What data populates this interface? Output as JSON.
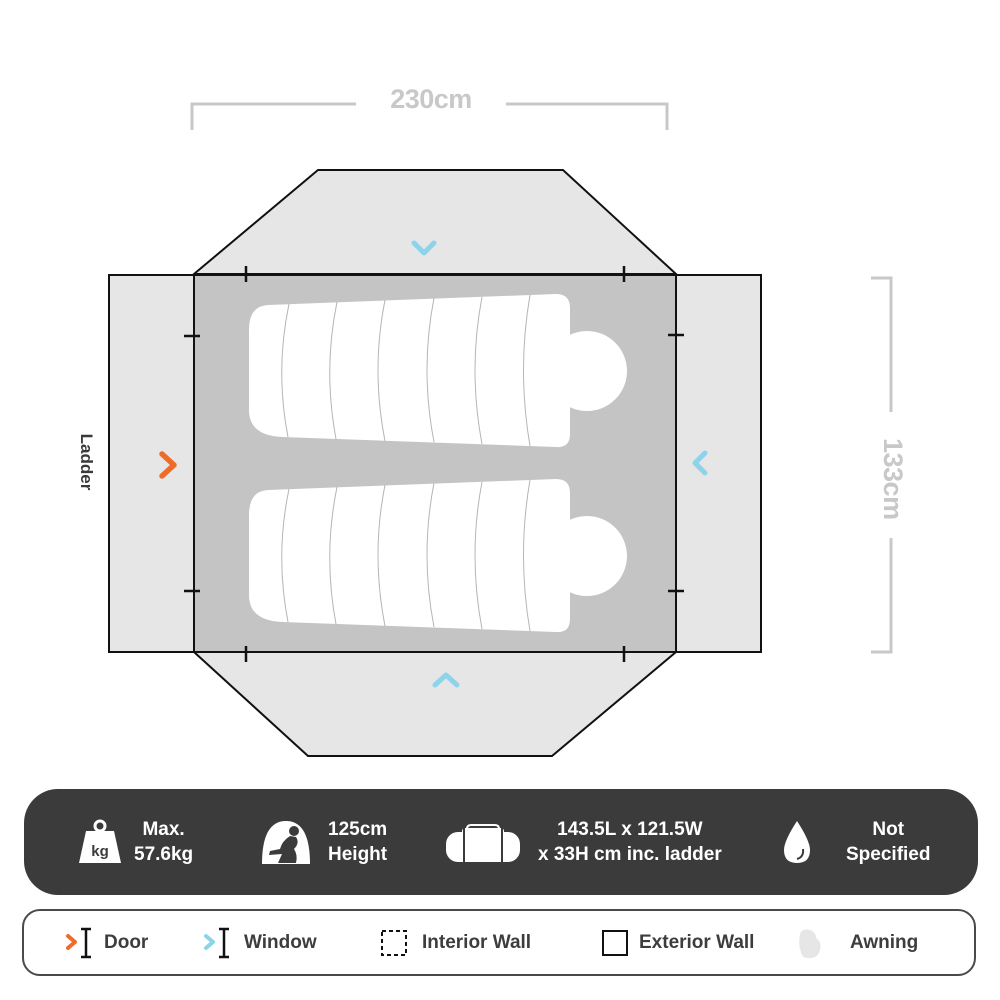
{
  "diagram": {
    "dimensions": {
      "width_label": "230cm",
      "height_label": "133cm"
    },
    "side_label": "Ladder",
    "markers": [
      {
        "type": "door",
        "side": "left",
        "color": "#ee6c2a"
      },
      {
        "type": "window",
        "side": "top",
        "color": "#8dd3ea"
      },
      {
        "type": "window",
        "side": "right",
        "color": "#8dd3ea"
      },
      {
        "type": "window",
        "side": "bottom",
        "color": "#8dd3ea"
      }
    ],
    "sleeping_bags": 2,
    "colors": {
      "awning_fill": "#e6e6e6",
      "interior_fill": "#c4c4c4",
      "wall_stroke": "#111111",
      "dimension_line": "#c8c8c8"
    }
  },
  "specs": {
    "weight": {
      "icon": "weight-kg-icon",
      "line1": "Max.",
      "line2": "57.6kg"
    },
    "height": {
      "icon": "sitting-person-icon",
      "line1": "125cm",
      "line2": "Height"
    },
    "packed_size": {
      "icon": "duffel-bag-icon",
      "line1": "143.5L x 121.5W",
      "line2": "x 33H cm inc. ladder"
    },
    "waterproof": {
      "icon": "water-drop-icon",
      "line1": "Not",
      "line2": "Specified"
    },
    "bar_color": "#3b3b3b"
  },
  "legend": {
    "door": "Door",
    "window": "Window",
    "interior_wall": "Interior Wall",
    "exterior_wall": "Exterior Wall",
    "awning": "Awning"
  }
}
